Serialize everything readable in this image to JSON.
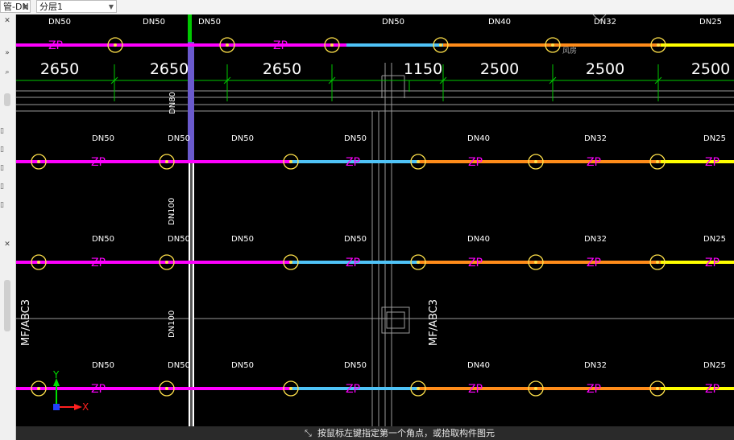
{
  "toolbar": {
    "dropdown1": "管-DN",
    "dropdown2": "分层1"
  },
  "status": {
    "prompt": "按鼠标左键指定第一个角点，或拾取构件图元"
  },
  "drawing": {
    "top_dn_labels": [
      "DN50",
      "DN50",
      "DN50",
      "DN50",
      "DN40",
      "DN32",
      "DN25"
    ],
    "dimensions": [
      "2650",
      "2650",
      "2650",
      "1150",
      "2500",
      "2500",
      "2500"
    ],
    "row_dn_labels": [
      "DN50",
      "DN50",
      "DN50",
      "DN50",
      "DN40",
      "DN32",
      "DN25"
    ],
    "pipe_label": "ZP",
    "riser_labels": [
      "DN80",
      "DN100",
      "DN100"
    ],
    "side_labels": [
      "MF/ABC3",
      "MF/ABC3"
    ],
    "room_label": "风房",
    "axis_x": "X",
    "axis_y": "Y"
  },
  "colors": {
    "magenta": "#ff00ff",
    "cyan": "#4fc3f7",
    "orange": "#ff8c1a",
    "yellow": "#ffff00",
    "sprinkler": "#ffe14a",
    "green": "#00c800",
    "riser": "#6a5acd"
  }
}
